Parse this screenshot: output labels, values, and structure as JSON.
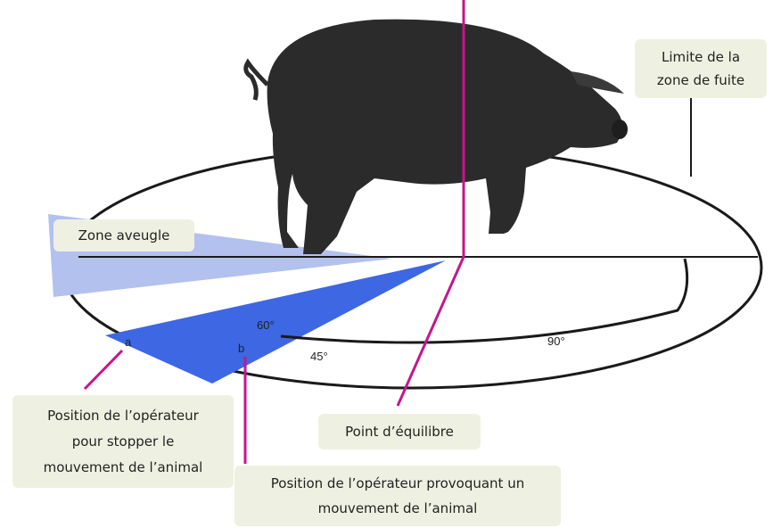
{
  "labels": {
    "limite_zone_fuite": [
      "Limite de la",
      "zone de fuite"
    ],
    "zone_aveugle": "Zone aveugle",
    "position_stop": [
      "Position de l’opérateur",
      "pour stopper le",
      "mouvement de l’animal"
    ],
    "point_equilibre": "Point d’équilibre",
    "position_provoque": [
      "Position de l’opérateur provoquant un",
      "mouvement de l’animal"
    ]
  },
  "markers": {
    "a": "a",
    "b": "b"
  },
  "angles": {
    "a60": "60°",
    "a45": "45°",
    "a90": "90°"
  },
  "colors": {
    "callout_bg": "#eef1e1",
    "magenta_line": "#c4168c",
    "blind_zone": "#b3c1ef",
    "operator_zone": "#3d67e3",
    "ellipse": "#1a1a1a",
    "pig": "#2b2b2b"
  }
}
